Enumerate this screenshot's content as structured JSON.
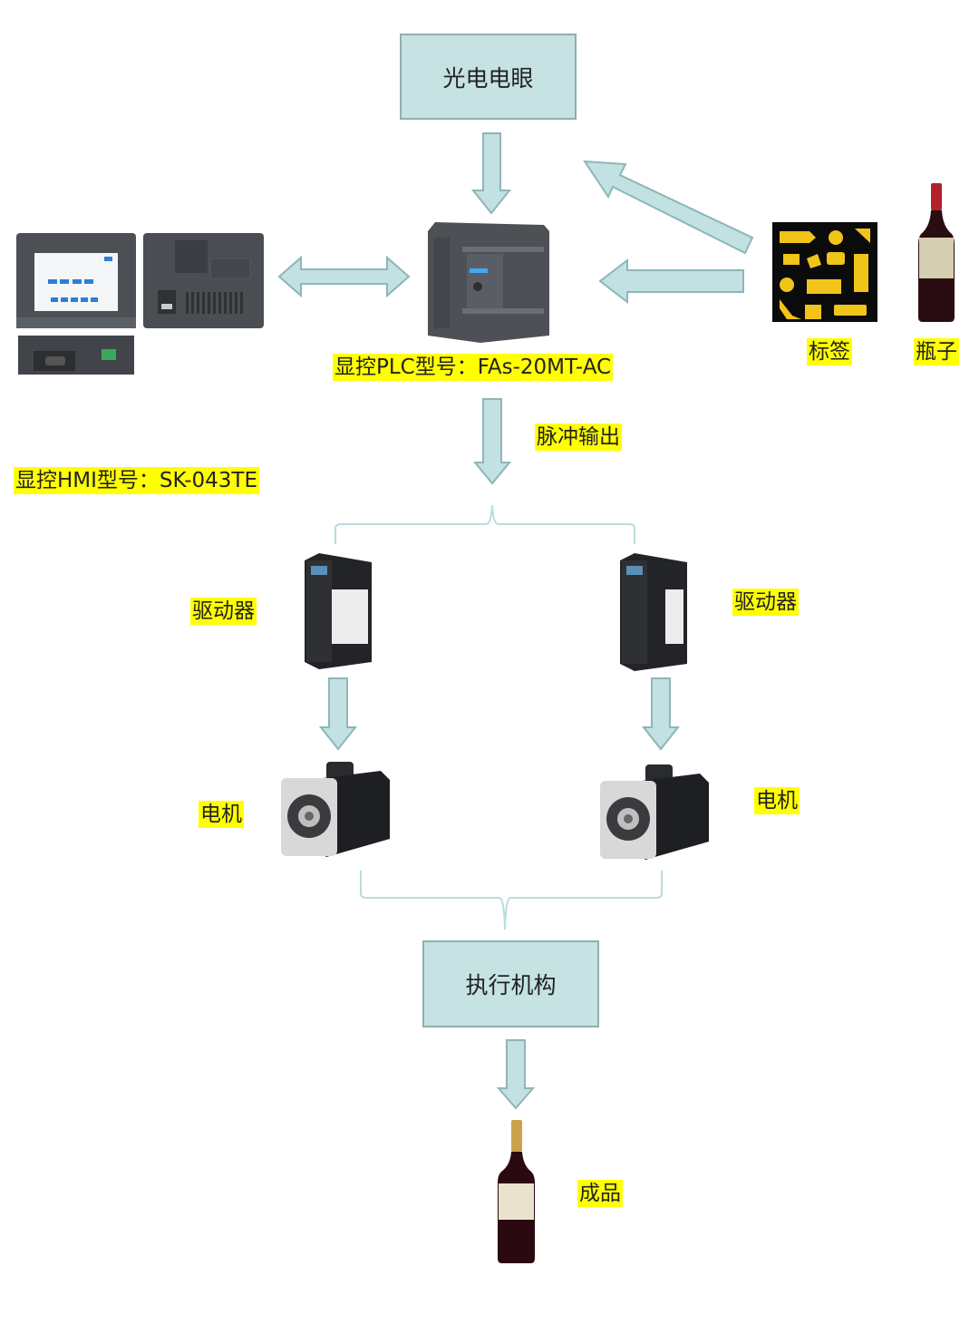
{
  "nodes": {
    "sensor": "光电电眼",
    "actuator": "执行机构"
  },
  "labels": {
    "plc_model": "显控PLC型号：FAs-20MT-AC",
    "hmi_model": "显控HMI型号：SK-043TE",
    "pulse_output": "脉冲输出",
    "tags": "标签",
    "bottle": "瓶子",
    "driver_left": "驱动器",
    "driver_right": "驱动器",
    "motor_left": "电机",
    "motor_right": "电机",
    "product": "成品"
  },
  "colors": {
    "arrow_fill": "#c2e1e2",
    "arrow_stroke": "#8fb5b7",
    "highlight": "#ffff00",
    "box_fill": "#c6e2e3"
  }
}
